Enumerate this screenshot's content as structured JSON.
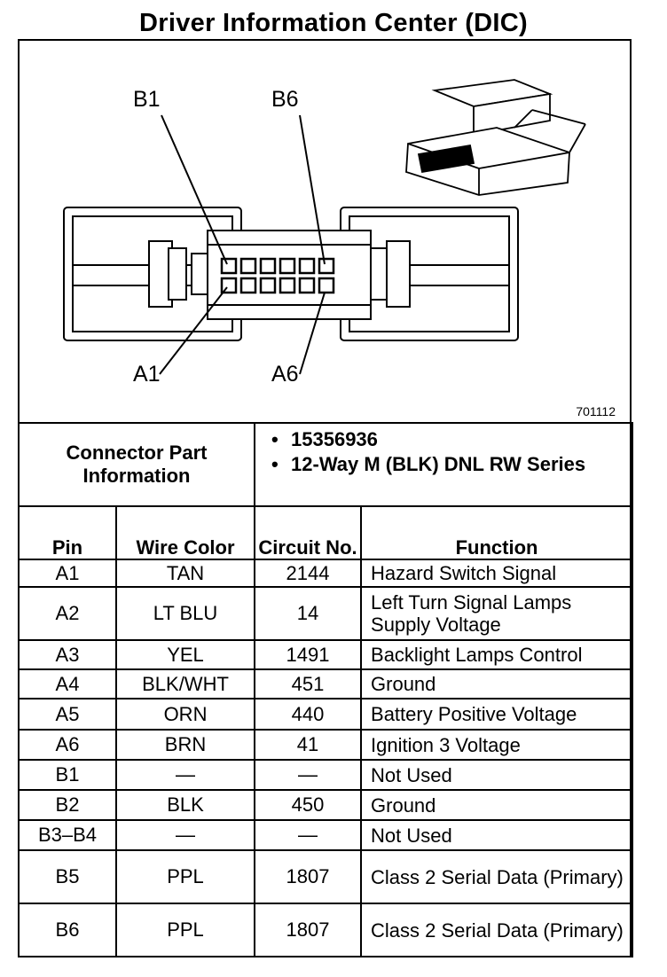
{
  "page": {
    "title": "Driver Information Center (DIC)"
  },
  "diagram": {
    "labels": {
      "b1": "B1",
      "b6": "B6",
      "a1": "A1",
      "a6": "A6"
    },
    "figure_number": "701112"
  },
  "connector": {
    "header": "Connector Part Information",
    "info": [
      "15356936",
      "12-Way M (BLK) DNL RW Series"
    ]
  },
  "table": {
    "columns": {
      "pin": "Pin",
      "wire_color": "Wire Color",
      "circuit": "Circuit No.",
      "function": "Function"
    },
    "rows": [
      {
        "pin": "A1",
        "color": "TAN",
        "circuit": "2144",
        "function": "Hazard Switch Signal"
      },
      {
        "pin": "A2",
        "color": "LT BLU",
        "circuit": "14",
        "function": "Left Turn Signal Lamps Supply Voltage"
      },
      {
        "pin": "A3",
        "color": "YEL",
        "circuit": "1491",
        "function": "Backlight Lamps Control"
      },
      {
        "pin": "A4",
        "color": "BLK/WHT",
        "circuit": "451",
        "function": "Ground"
      },
      {
        "pin": "A5",
        "color": "ORN",
        "circuit": "440",
        "function": "Battery Positive Voltage"
      },
      {
        "pin": "A6",
        "color": "BRN",
        "circuit": "41",
        "function": "Ignition 3 Voltage"
      },
      {
        "pin": "B1",
        "color": "—",
        "circuit": "—",
        "function": "Not Used"
      },
      {
        "pin": "B2",
        "color": "BLK",
        "circuit": "450",
        "function": "Ground"
      },
      {
        "pin": "B3–B4",
        "color": "—",
        "circuit": "—",
        "function": "Not Used"
      },
      {
        "pin": "B5",
        "color": "PPL",
        "circuit": "1807",
        "function": "Class 2 Serial Data (Primary)"
      },
      {
        "pin": "B6",
        "color": "PPL",
        "circuit": "1807",
        "function": "Class 2 Serial Data (Primary)"
      }
    ]
  }
}
